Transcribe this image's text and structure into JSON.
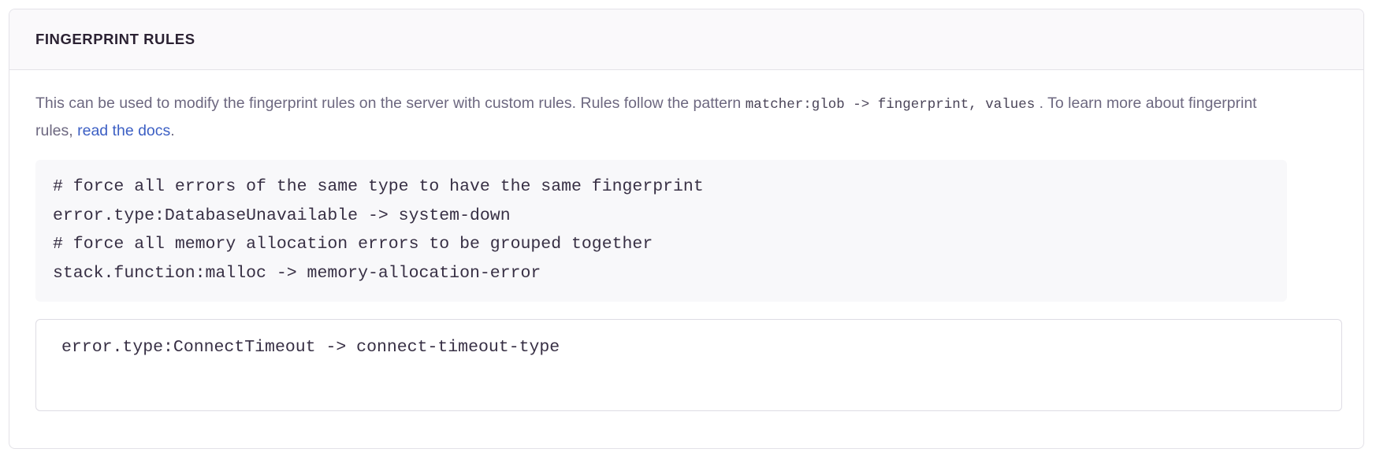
{
  "card": {
    "header": {
      "title": "FINGERPRINT RULES"
    },
    "description": {
      "part1": "This can be used to modify the fingerprint rules on the server with custom rules. Rules follow the pattern ",
      "code": "matcher:glob -> fingerprint, values",
      "part2": " . To learn more about fingerprint rules, ",
      "link_text": "read the docs",
      "part3": "."
    },
    "example_code": "# force all errors of the same type to have the same fingerprint\nerror.type:DatabaseUnavailable -> system-down\n# force all memory allocation errors to be grouped together\nstack.function:malloc -> memory-allocation-error",
    "rules_input": {
      "value": "error.type:ConnectTimeout -> connect-timeout-type",
      "placeholder": ""
    }
  },
  "colors": {
    "card_background": "#ffffff",
    "card_border": "#e3e2e8",
    "header_background": "#faf9fb",
    "title_text": "#2b2233",
    "body_text": "#6d6880",
    "link": "#3c5fc4",
    "code_background": "#f8f8fa",
    "code_text": "#372f44",
    "input_border": "#dedce4"
  }
}
